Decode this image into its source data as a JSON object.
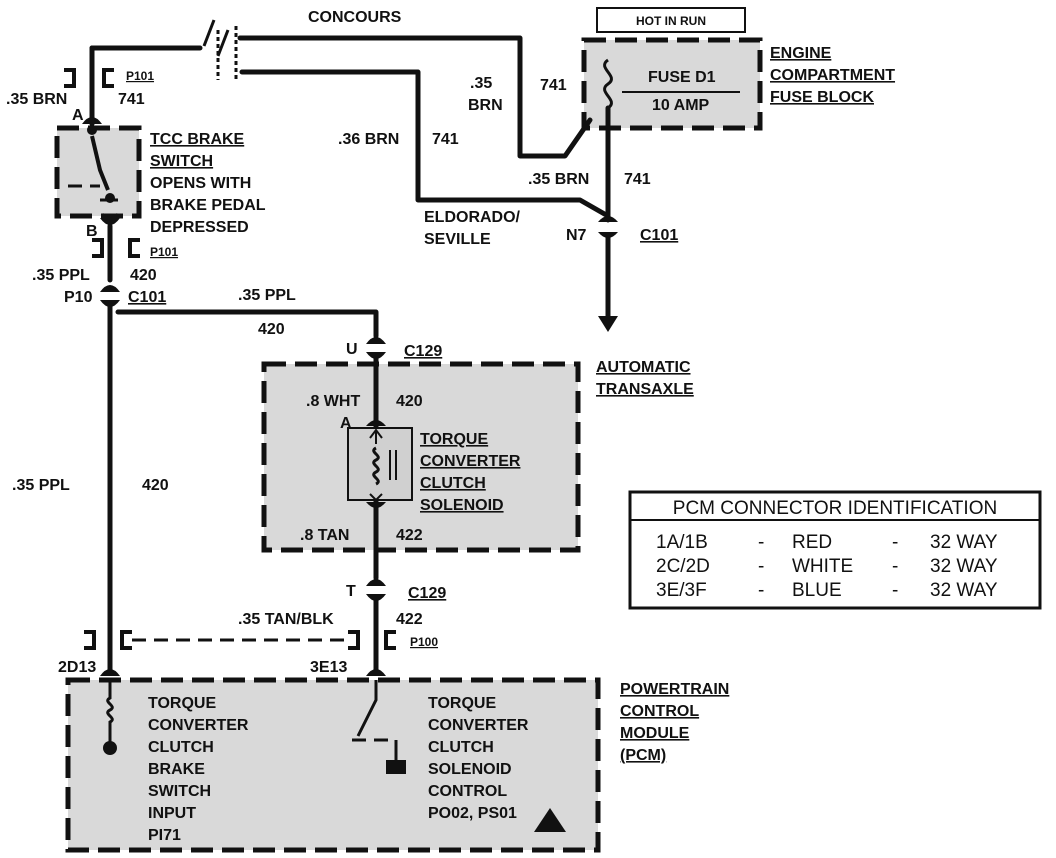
{
  "splices": {
    "concours": "CONCOURS",
    "eldorado_line1": "ELDORADO/",
    "eldorado_line2": "SEVILLE"
  },
  "fuse_block": {
    "hot_in_run": "HOT IN RUN",
    "fuse_name": "FUSE D1",
    "fuse_rating": "10 AMP",
    "title_line1": "ENGINE",
    "title_line2": "COMPARTMENT",
    "title_line3": "FUSE BLOCK"
  },
  "wires": {
    "brn_035": ".35 BRN",
    "brn_circuit": "741",
    "brn_035_alt": ".36 BRN",
    "brn_split_gauge": ".35",
    "brn_split_color": "BRN",
    "ppl_035": ".35 PPL",
    "ppl_circuit": "420",
    "wht_08": ".8 WHT",
    "tan_08": ".8 TAN",
    "tan_circuit": "422",
    "tanblk_035": ".35 TAN/BLK"
  },
  "connectors": {
    "p101": "P101",
    "p100": "P100",
    "c101": "C101",
    "c129": "C129",
    "pin_a": "A",
    "pin_b": "B",
    "pin_p10": "P10",
    "pin_n7": "N7",
    "pin_u": "U",
    "pin_t": "T",
    "pin_2d13": "2D13",
    "pin_3e13": "3E13"
  },
  "tcc_switch": {
    "title_line1": "TCC BRAKE",
    "title_line2": "SWITCH",
    "desc_line1": "OPENS WITH",
    "desc_line2": "BRAKE PEDAL",
    "desc_line3": "DEPRESSED"
  },
  "transaxle": {
    "title_line1": "AUTOMATIC",
    "title_line2": "TRANSAXLE"
  },
  "solenoid": {
    "line1": "TORQUE",
    "line2": "CONVERTER",
    "line3": "CLUTCH",
    "line4": "SOLENOID"
  },
  "pcm": {
    "title_line1": "POWERTRAIN",
    "title_line2": "CONTROL",
    "title_line3": "MODULE",
    "title_line4": "(PCM)",
    "input_lines": [
      "TORQUE",
      "CONVERTER",
      "CLUTCH",
      "BRAKE",
      "SWITCH",
      "INPUT",
      "PI71"
    ],
    "output_lines": [
      "TORQUE",
      "CONVERTER",
      "CLUTCH",
      "SOLENOID",
      "CONTROL",
      "PO02, PS01"
    ]
  },
  "pcm_connector_table": {
    "title": "PCM CONNECTOR IDENTIFICATION",
    "rows": [
      {
        "pins": "1A/1B",
        "sep1": "-",
        "color": "RED",
        "sep2": "-",
        "ways": "32 WAY"
      },
      {
        "pins": "2C/2D",
        "sep1": "-",
        "color": "WHITE",
        "sep2": "-",
        "ways": "32 WAY"
      },
      {
        "pins": "3E/3F",
        "sep1": "-",
        "color": "BLUE",
        "sep2": "-",
        "ways": "32 WAY"
      }
    ]
  }
}
